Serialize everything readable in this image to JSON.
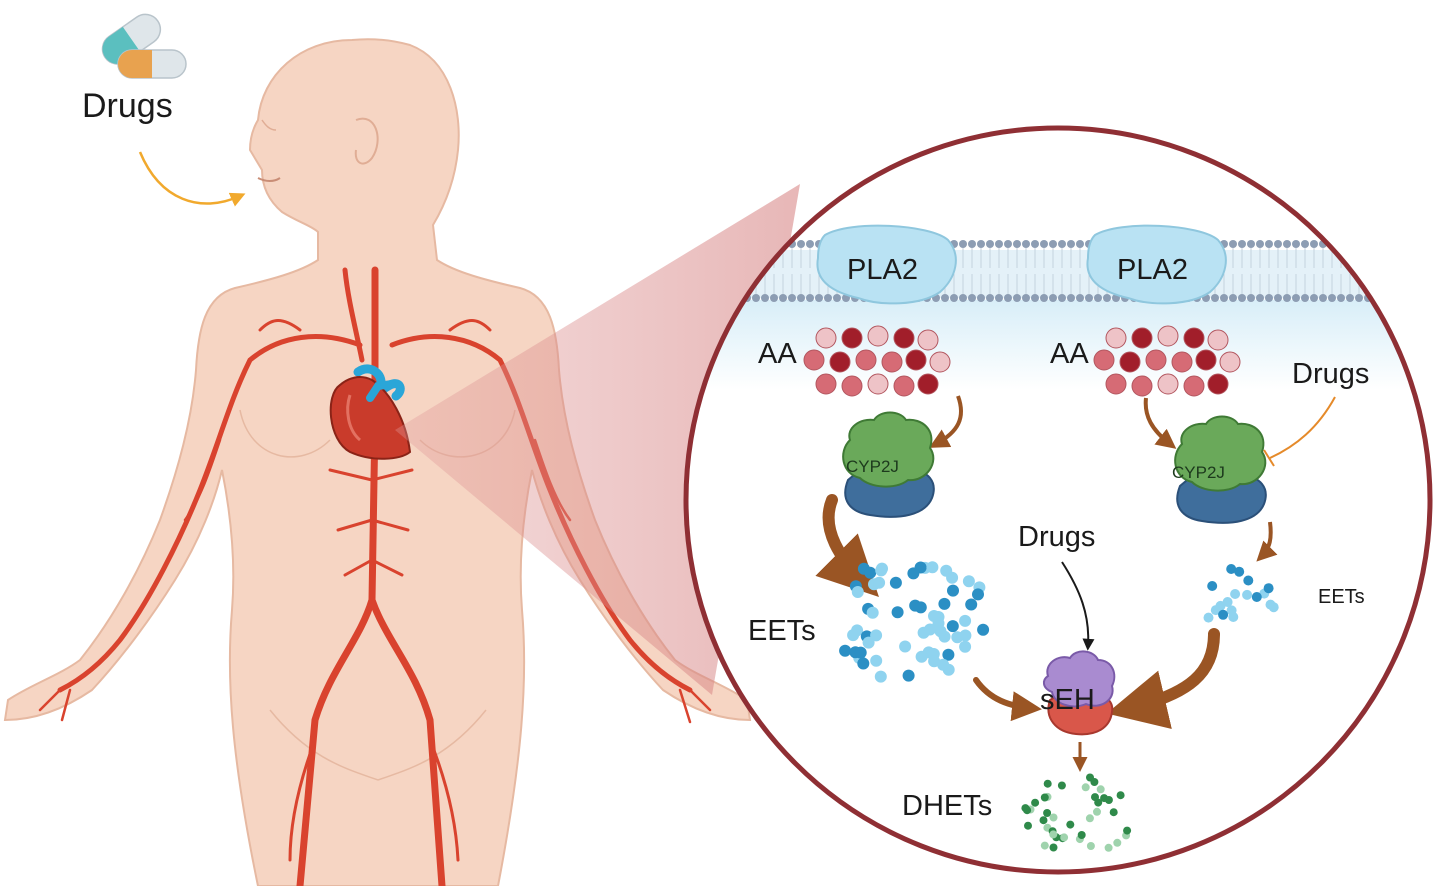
{
  "labels": {
    "drugs_oral": "Drugs",
    "pla2_left": "PLA2",
    "pla2_right": "PLA2",
    "aa_left": "AA",
    "aa_right": "AA",
    "drugs_cyp": "Drugs",
    "cyp_left": "CYP2J",
    "cyp_right": "CYP2J",
    "drugs_seh": "Drugs",
    "eets_left": "EETs",
    "eets_right": "EETs",
    "seh": "sEH",
    "dhets": "DHETs"
  },
  "colors": {
    "skin": "#f6d5c3",
    "skin_outline": "#e6b9a2",
    "artery": "#d9432e",
    "heart": "#c93b2b",
    "heart_vessels": "#2aa6d8",
    "circle_border": "#8f2f34",
    "zoom_cone": "#d88a8a",
    "membrane_head": "#8d9db3",
    "pla2": "#b9e2f3",
    "aa_dark": "#a11e2a",
    "aa_light": "#e9aab0",
    "cyp_top": "#6aa95a",
    "cyp_bottom": "#3f6e9c",
    "eet": "#3aa4d8",
    "seh_top": "#a98bd0",
    "seh_bottom": "#d9574a",
    "dhet": "#3f9a5a",
    "arrow_brown": "#9a5524",
    "inhibit_orange": "#e58a2a",
    "oral_arrow": "#f1a92d"
  },
  "icons": [
    "capsule-icon",
    "human-body-icon",
    "heart-icon"
  ]
}
